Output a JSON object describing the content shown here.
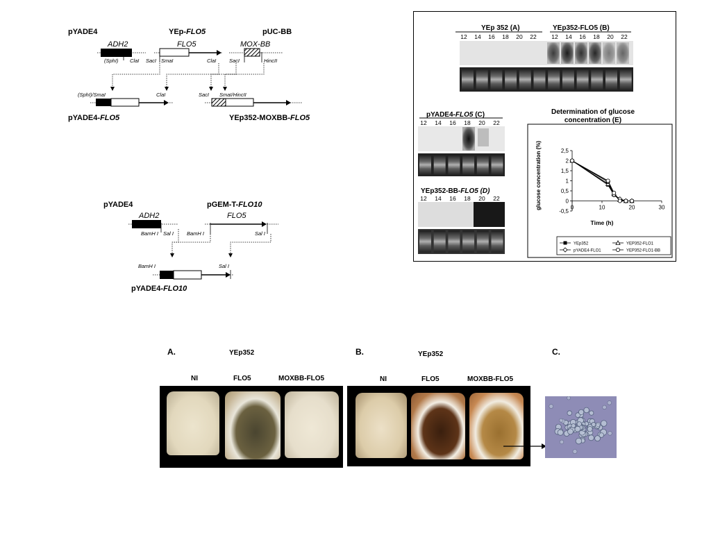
{
  "construct1": {
    "pyade4": "pYADE4",
    "yep_flo5": "YEp-",
    "yep_flo5_it": "FLO5",
    "puc_bb": "pUC-BB",
    "adh2": "ADH2",
    "flo5": "FLO5",
    "mox_bb": "MOX-BB",
    "sphi": "(SphI)",
    "clai": "ClaI",
    "saci": "SacI",
    "smai": "SmaI",
    "hincii": "HincII",
    "sphi_smai": "(SphI)/SmaI",
    "smai_hincii": "SmaI/HincII",
    "result_left": "pYADE4-",
    "result_left_it": "FLO5",
    "result_right": "YEp352-MOXBB-",
    "result_right_it": "FLO5"
  },
  "construct2": {
    "pyade4": "pYADE4",
    "pgemt": "pGEM-T-",
    "pgemt_it": "FLO10",
    "adh2": "ADH2",
    "flo5": "FLO5",
    "bamhi": "BamH I",
    "sali": "Sal I",
    "bamhi2": "BamH I",
    "sali2": "Sal I",
    "bamhi3": "BamH I",
    "sali3": "Sal I",
    "result": "pYADE4-",
    "result_it": "FLO10"
  },
  "blots": {
    "a_title": "YEp 352 (A)",
    "b_title": "YEp352-FLO5 (B)",
    "c_title": "pYADE4-",
    "c_title_it": "FLO5",
    "c_suffix": " (C)",
    "d_title": "YEp352-BB-",
    "d_title_it": "FLO5 (D)",
    "hours": [
      "12",
      "14",
      "16",
      "18",
      "20",
      "22"
    ],
    "e_title_1": "Determination of glucose",
    "e_title_2": "concentration (E)"
  },
  "chart_data": {
    "type": "line",
    "title": "Determination of glucose concentration (E)",
    "xlabel": "Time (h)",
    "ylabel": "glucose concentration (%)",
    "xlim": [
      0,
      30
    ],
    "ylim": [
      -0.5,
      2.5
    ],
    "xticks": [
      0,
      10,
      20,
      30
    ],
    "yticks": [
      "2,5",
      "2",
      "1,5",
      "1",
      "0,5",
      "0",
      "-0,5"
    ],
    "series": [
      {
        "name": "YEp352",
        "x": [
          0,
          12,
          14,
          16,
          18,
          20
        ],
        "y": [
          2.0,
          0.8,
          0.3,
          0.05,
          0.0,
          0.0
        ]
      },
      {
        "name": "YEP352-FLO1",
        "x": [
          0,
          12,
          14,
          16,
          18,
          20
        ],
        "y": [
          2.0,
          0.85,
          0.35,
          0.05,
          0.0,
          0.0
        ]
      },
      {
        "name": "pYADE4-FLO1",
        "x": [
          0,
          12,
          14,
          16,
          18,
          20
        ],
        "y": [
          2.0,
          0.95,
          0.3,
          0.1,
          0.0,
          0.0
        ]
      },
      {
        "name": "YEP352-FLO1-BB",
        "x": [
          0,
          12,
          14,
          16,
          18,
          20
        ],
        "y": [
          2.0,
          1.0,
          0.4,
          0.0,
          0.0,
          0.0
        ]
      }
    ]
  },
  "photos": {
    "a_label": "A.",
    "b_label": "B.",
    "c_label": "C.",
    "a_group": "YEp352",
    "b_group": "YEp352",
    "ni": "NI",
    "flo5": "FLO5",
    "moxbb": "MOXBB-FLO5",
    "ni_b": "NI",
    "flo5_b": "FLO5",
    "moxbb_b": "MOXBB-FLO5"
  }
}
